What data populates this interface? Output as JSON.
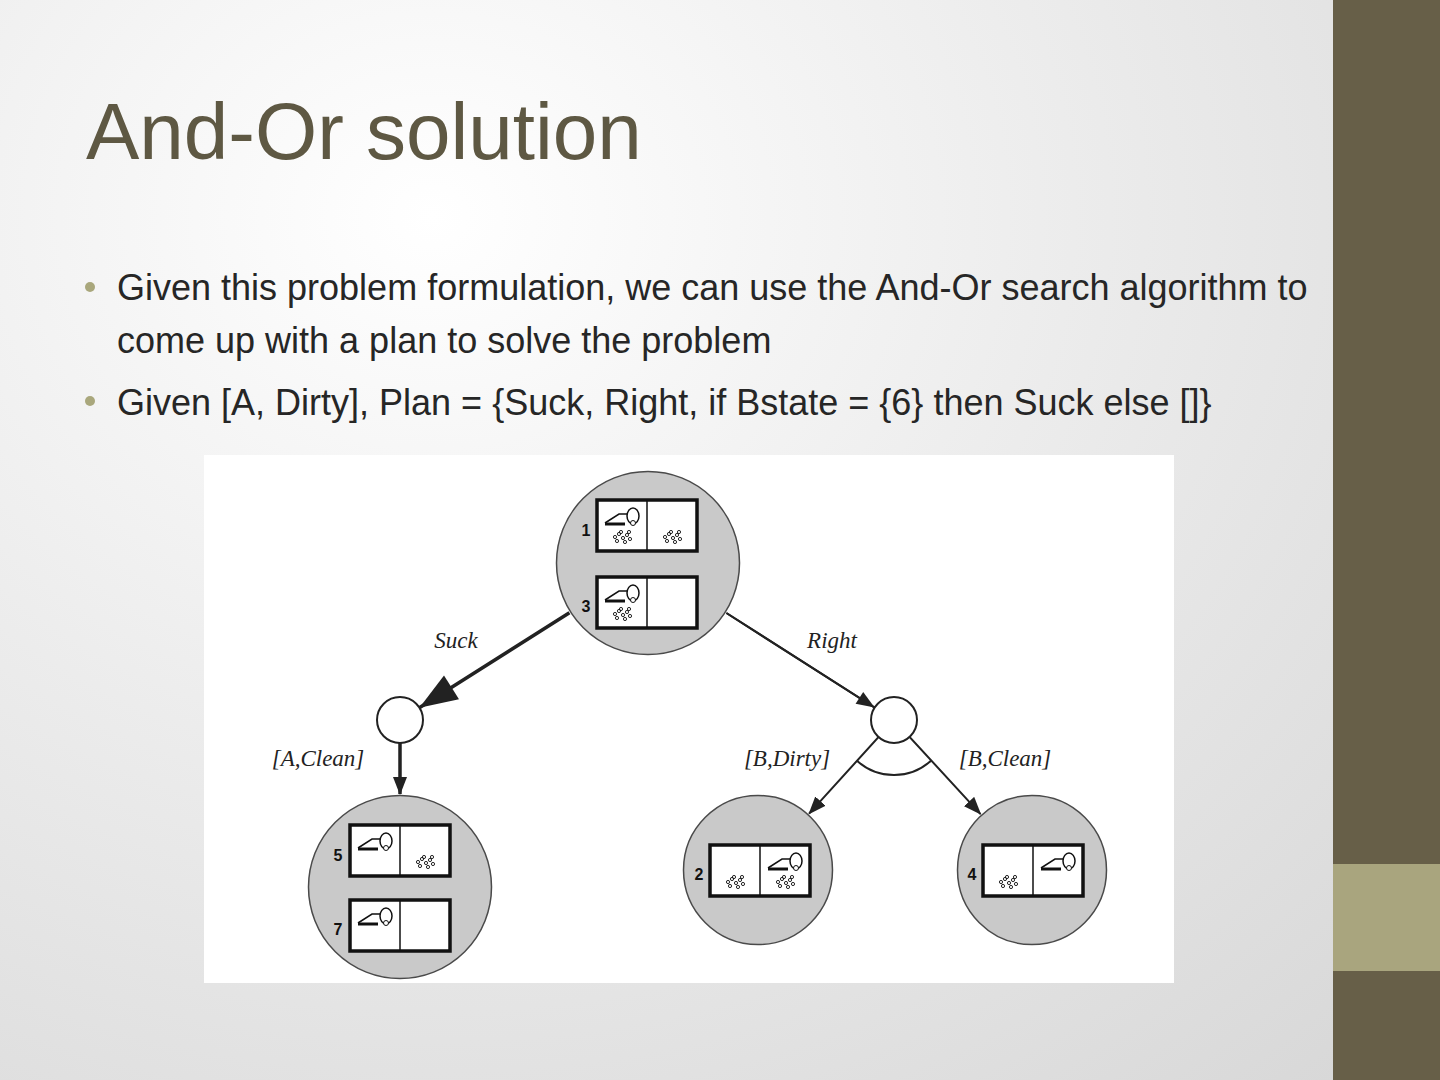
{
  "diagram": {
    "title": "And-Or solution",
    "nodes": [
      {
        "text": [
          "1",
          "3"
        ]
      },
      {
        "text": [
          "5",
          "7"
        ]
      },
      {
        "text": [
          "2"
        ]
      },
      {
        "text": [
          "4"
        ]
      }
    ],
    "edges": [
      {
        "from": 0,
        "to": 1,
        "arrow": "to",
        "label": "Suck"
      },
      {
        "from": 0,
        "to": 2,
        "arrow": "to",
        "label": "[B,Dirty]"
      },
      {
        "from": 0,
        "to": 3,
        "arrow": "to",
        "label": "[B,Clean]"
      }
    ],
    "labels": [
      "Given this problem formulation, we can use the And-Or search algorithm to come up with a plan to solve the problem",
      "Given [A, Dirty], Plan = {Suck, Right, if Bstate = {6} then Suck else []}",
      "Right",
      "[A,Clean]"
    ]
  }
}
